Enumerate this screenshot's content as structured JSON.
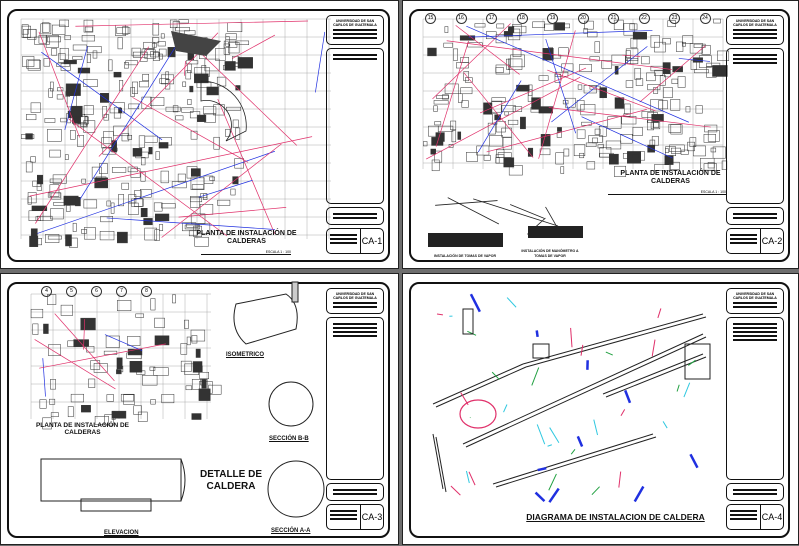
{
  "university": "UNIVERSIDAD DE SAN CARLOS DE GUATEMALA",
  "sheets": [
    {
      "id": "CA-1",
      "title_line1": "PLANTA DE INSTALACIÓN DE",
      "title_line2": "CALDERAS",
      "scale": "ESCALA 1 : 100"
    },
    {
      "id": "CA-2",
      "title_line1": "PLANTA DE INSTALACIÓN DE",
      "title_line2": "CALDERAS",
      "scale": "ESCALA 1 : 100",
      "grid_labels": [
        "15",
        "16",
        "17",
        "18",
        "19",
        "20",
        "21",
        "22",
        "23",
        "24"
      ],
      "detail1": "INSTALACIÓN DE TOMAS DE VAPOR",
      "detail2_line1": "INSTALACIÓN DE MANÓMETRO A",
      "detail2_line2": "TOMAS DE VAPOR"
    },
    {
      "id": "CA-3",
      "title_line1": "PLANTA DE INSTALACIÓN DE",
      "title_line2": "CALDERAS",
      "grid_labels": [
        "4",
        "5",
        "6",
        "7",
        "8"
      ],
      "isometric": "ISOMETRICO",
      "section_b": "SECCIÓN B-B",
      "section_a": "SECCIÓN A-A",
      "elevation": "ELEVACION",
      "detail_line1": "DETALLE DE",
      "detail_line2": "CALDERA"
    },
    {
      "id": "CA-4",
      "title": "DIAGRAMA DE INSTALACION DE CALDERA"
    }
  ],
  "colors": {
    "line": "#222222",
    "pipe_red": "#e0306a",
    "pipe_cyan": "#30c8e0",
    "pipe_blue": "#2030e0",
    "green": "#20a040"
  }
}
